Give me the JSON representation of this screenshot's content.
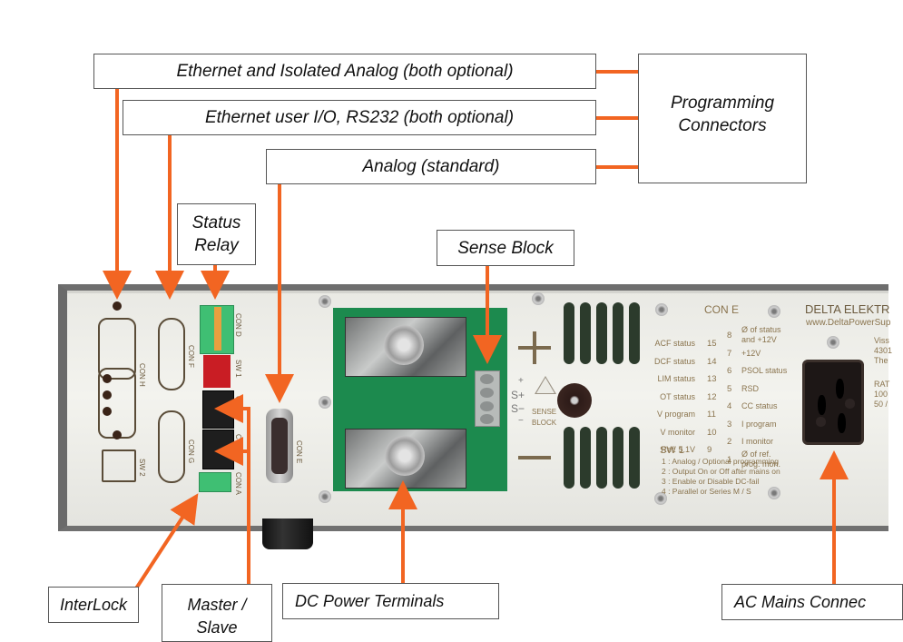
{
  "callouts": {
    "ethernet_isolated_analog": "Ethernet and Isolated Analog (both optional)",
    "ethernet_user_io": "Ethernet user I/O, RS232 (both optional)",
    "analog_standard": "Analog (standard)",
    "programming_connectors_line1": "Programming",
    "programming_connectors_line2": "Connectors",
    "status_relay_line1": "Status",
    "status_relay_line2": "Relay",
    "sense_block": "Sense Block",
    "interlock": "InterLock",
    "master_slave_line1": "Master /",
    "master_slave_line2": "Slave",
    "dc_power_terminals": "DC Power Terminals",
    "ac_mains_connector": "AC Mains Connec"
  },
  "panel_labels": {
    "con_h": "CON H",
    "con_f": "CON F",
    "con_g": "CON G",
    "sw2": "SW 2",
    "con_d": "CON D",
    "sw1": "SW 1",
    "con_c": "CON C",
    "con_b": "CON B",
    "con_a": "CON A",
    "con_e_small": "CON E",
    "sense_plus": "+",
    "sense_s_plus": "S+",
    "sense_s_minus": "S−",
    "sense_minus": "−",
    "sense_word": "SENSE",
    "block_word": "BLOCK"
  },
  "con_e_table": {
    "title": "CON  E",
    "left_pins": [
      {
        "label": "ACF status",
        "pin": "15"
      },
      {
        "label": "DCF status",
        "pin": "14"
      },
      {
        "label": "LIM status",
        "pin": "13"
      },
      {
        "label": "OT status",
        "pin": "12"
      },
      {
        "label": "V program",
        "pin": "11"
      },
      {
        "label": "V monitor",
        "pin": "10"
      },
      {
        "label": "Ref. 5.1V",
        "pin": "9"
      }
    ],
    "right_pins": [
      {
        "pin": "8",
        "label": "Ø of status",
        "label2": "and +12V"
      },
      {
        "pin": "7",
        "label": "+12V",
        "label2": ""
      },
      {
        "pin": "6",
        "label": "PSOL status",
        "label2": ""
      },
      {
        "pin": "5",
        "label": "RSD",
        "label2": ""
      },
      {
        "pin": "4",
        "label": "CC status",
        "label2": ""
      },
      {
        "pin": "3",
        "label": "I program",
        "label2": ""
      },
      {
        "pin": "2",
        "label": "I monitor",
        "label2": ""
      },
      {
        "pin": "1",
        "label": "Ø of ref.",
        "label2": "prog. mon."
      }
    ]
  },
  "sw1_table": {
    "title": "SW  1",
    "items": [
      "1 :  Analog  / Optional programming",
      "2 :  Output  On or Off after mains on",
      "3 :  Enable  or Disable DC-fail",
      "4 :  Parallel  or Series M / S"
    ]
  },
  "brand": {
    "name": "DELTA  ELEKTR",
    "url": "www.DeltaPowerSup",
    "addr1": "Viss",
    "addr2": "4301",
    "addr3": "The",
    "rating1": "RAT",
    "rating2": "100",
    "rating3": "50 /"
  },
  "colors": {
    "leader": "#f26522",
    "callout_border": "#555555",
    "pcb_green": "#1c8a4e",
    "silkscreen": "#8a744e"
  }
}
